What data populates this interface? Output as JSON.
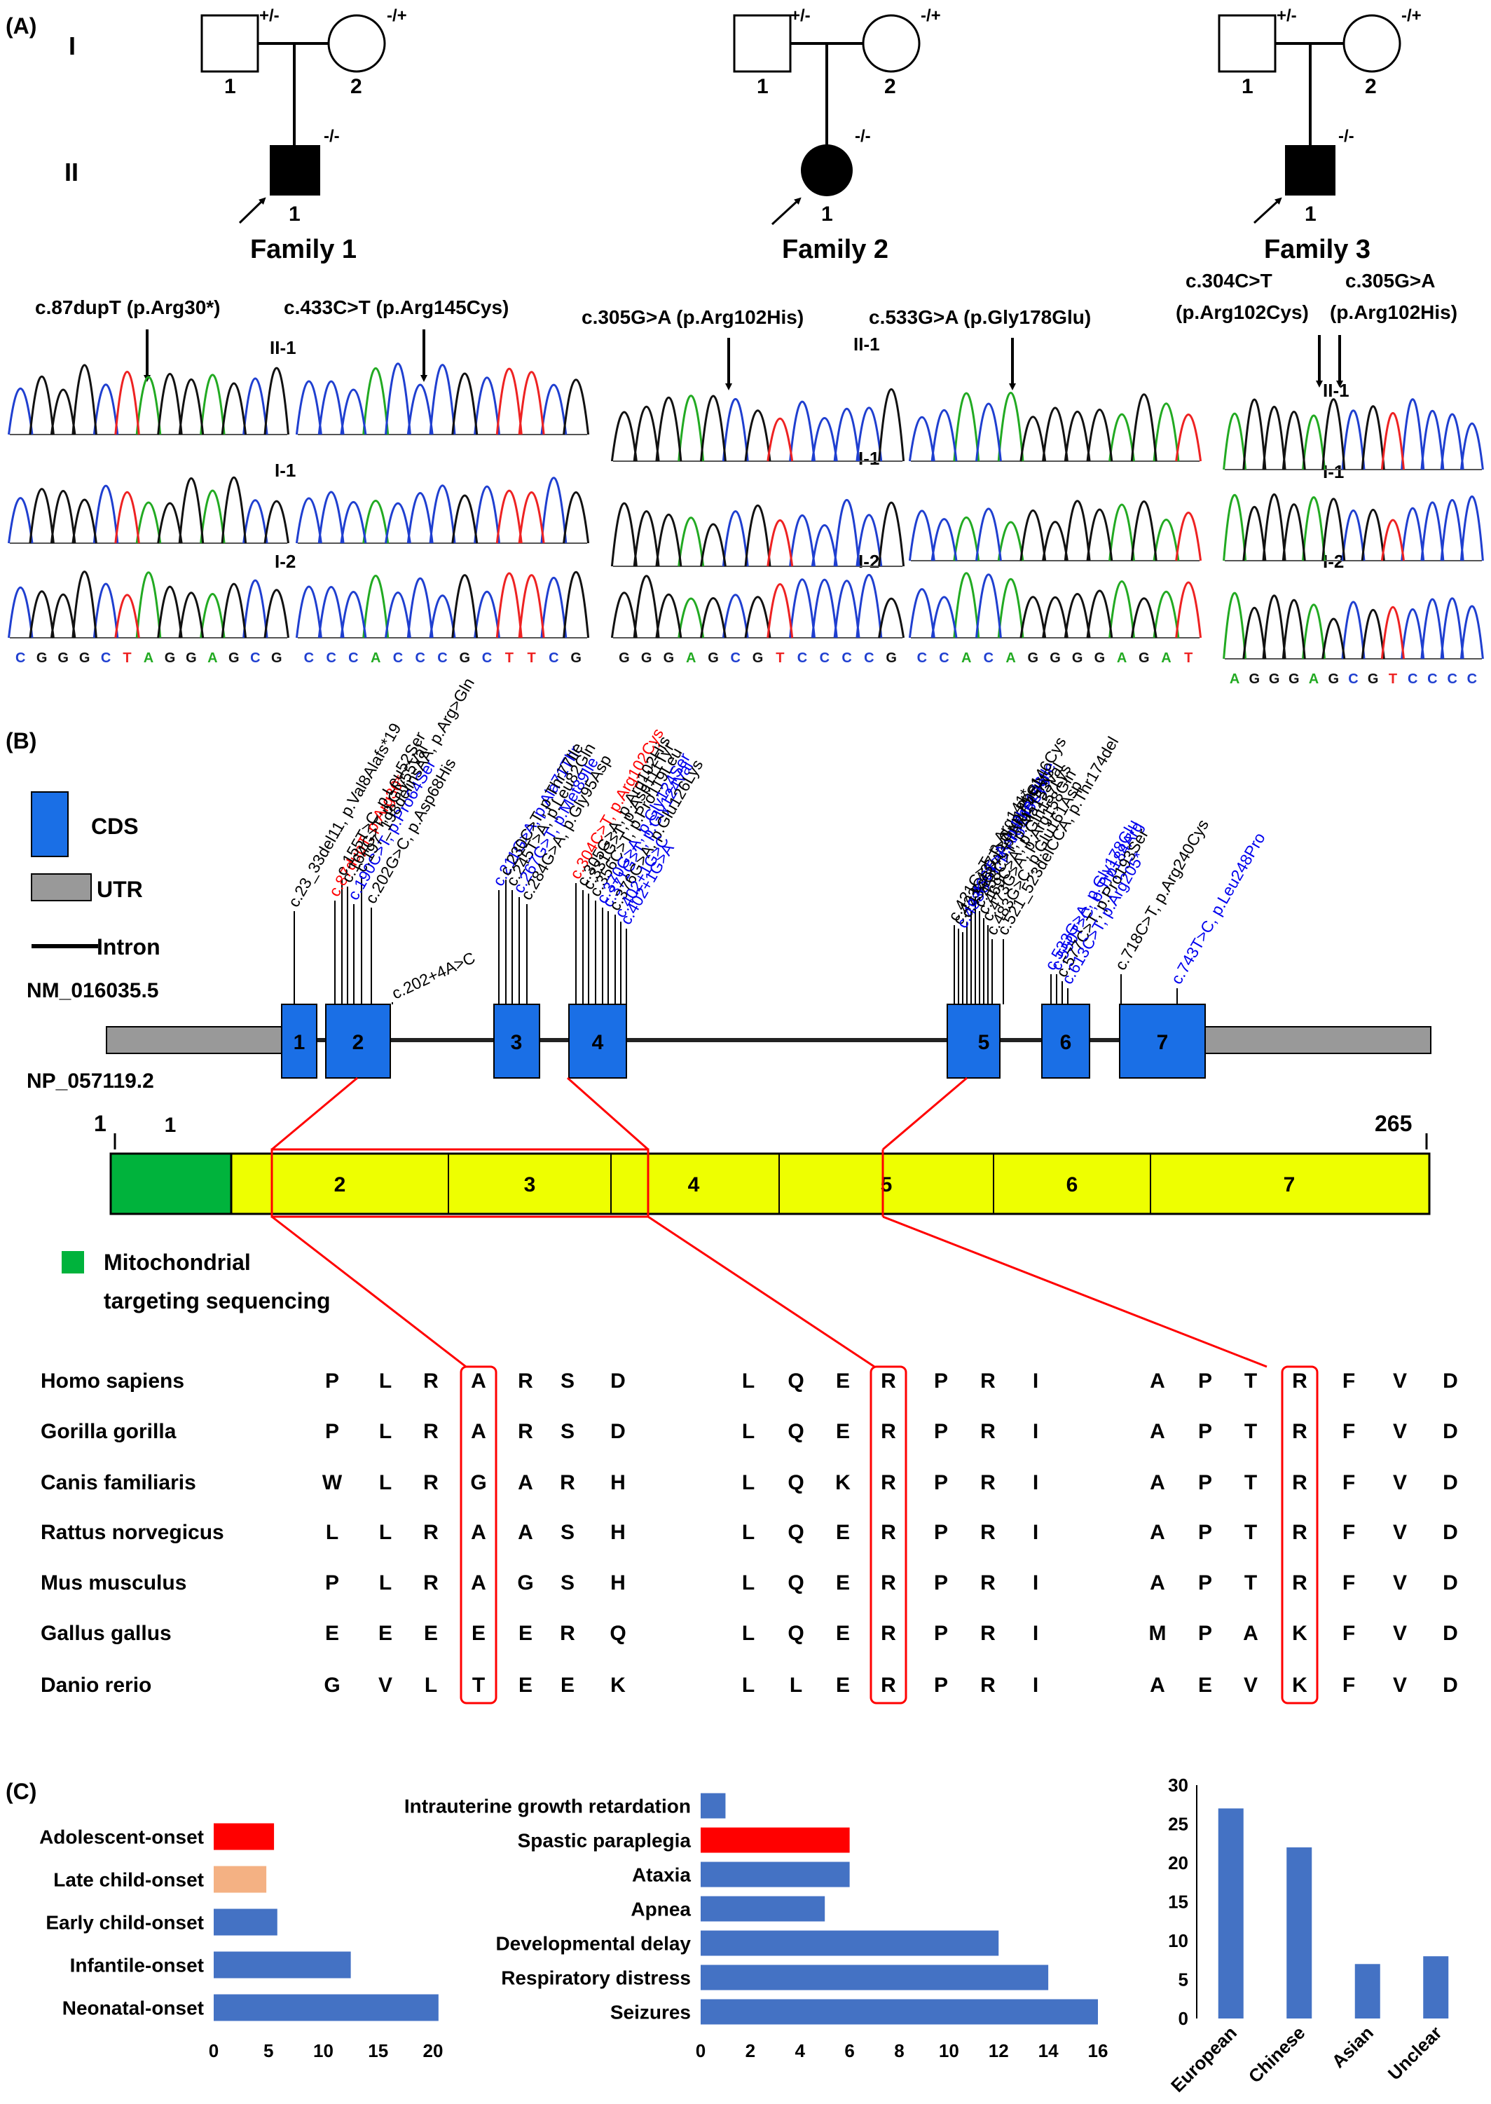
{
  "panel_labels": [
    "(A)",
    "(B)",
    "(C)"
  ],
  "colors": {
    "cds": "#1a6fe6",
    "utr": "#999999",
    "mito": "#00b33c",
    "protein": "#eeff00",
    "red": "#ff0000",
    "blue": "#4472c4",
    "peach": "#f4b183",
    "variant_blue": "#0000ee",
    "variant_red": "#ff0000",
    "trace_a": "#22aa22",
    "trace_c": "#1f3fd0",
    "trace_g": "#111111",
    "trace_t": "#ee2222"
  },
  "pedigree": {
    "generations": [
      "I",
      "II"
    ],
    "families": [
      {
        "title": "Family 1",
        "father_label": "1",
        "father_geno": "+/-",
        "mother_label": "2",
        "mother_geno": "-/+",
        "child_sex": "male",
        "child_label": "1",
        "child_geno": "-/-"
      },
      {
        "title": "Family 2",
        "father_label": "1",
        "father_geno": "+/-",
        "mother_label": "2",
        "mother_geno": "-/+",
        "child_sex": "female",
        "child_label": "1",
        "child_geno": "-/-"
      },
      {
        "title": "Family 3",
        "father_label": "1",
        "father_geno": "+/-",
        "mother_label": "2",
        "mother_geno": "-/+",
        "child_sex": "male",
        "child_label": "1",
        "child_geno": "-/-"
      }
    ]
  },
  "sequencing": {
    "mutation_labels": [
      "c.87dupT (p.Arg30*)",
      "c.433C>T (p.Arg145Cys)",
      "c.305G>A (p.Arg102His)",
      "c.533G>A (p.Gly178Glu)",
      "c.304C>T",
      "(p.Arg102Cys)",
      "c.305G>A",
      "(p.Arg102His)"
    ],
    "row_labels": [
      "II-1",
      "I-1",
      "I-2"
    ],
    "blocks": [
      {
        "seq": "CGGGCTAGGAGCG"
      },
      {
        "seq": "CCCACCCGCTTCG"
      },
      {
        "seq": "GGGAGCGTCCCCG"
      },
      {
        "seq": "CCACAGGGGAGAT"
      },
      {
        "seq": "AGGGAGCGTCCCC"
      }
    ]
  },
  "gene": {
    "transcript": "NM_016035.5",
    "protein": "NP_057119.2",
    "legend": {
      "cds": "CDS",
      "utr": "UTR",
      "intron": "Intron",
      "mito_line1": "Mitochondrial",
      "mito_line2": "targeting sequencing"
    },
    "exons": [
      "1",
      "2",
      "3",
      "4",
      "5",
      "6",
      "7"
    ],
    "protein_domains": [
      "1",
      "2",
      "3",
      "4",
      "5",
      "6",
      "7"
    ],
    "protein_start": "1",
    "protein_end": "265",
    "variants": [
      {
        "text": "c.23_33del11, p.Val8Alafs*19",
        "color": "black"
      },
      {
        "text": "c.87dupT, p.Arg30*",
        "color": "red"
      },
      {
        "text": "c.155T>C, p.Leu52Ser",
        "color": "black"
      },
      {
        "text": "c.164G>T, p.Gly55Val",
        "color": "black"
      },
      {
        "text": "c.190C>T, p.Pro64Ser",
        "color": "blue"
      },
      {
        "text": "c.197_198delinsAA, p.Arg>Gln",
        "color": "black"
      },
      {
        "text": "c.202G>C, p.Asp68His",
        "color": "black"
      },
      {
        "text": "c.202+4A>C",
        "color": "black"
      },
      {
        "text": "c.211G>A, p.Ala71Thr",
        "color": "blue"
      },
      {
        "text": "c.230C>T, p.Thr77Ile",
        "color": "black"
      },
      {
        "text": "c.245T>A, p.Leu82Gln",
        "color": "black"
      },
      {
        "text": "c.267G>T, p.Met89Ile",
        "color": "blue"
      },
      {
        "text": "c.284G>A, p.Gly95Asp",
        "color": "black"
      },
      {
        "text": "c.304C>T, p.Arg102Cys",
        "color": "red"
      },
      {
        "text": "c.305G>A, p.Arg102His",
        "color": "black"
      },
      {
        "text": "c.331G>T, p.Asp111Tyr",
        "color": "black"
      },
      {
        "text": "c.356C>T, p.Pro119Leu",
        "color": "black"
      },
      {
        "text": "c.370G>A, p.Gly124Ser",
        "color": "blue"
      },
      {
        "text": "c.371G>T, p.Gly124Val",
        "color": "blue"
      },
      {
        "text": "c.376G>A, p.Glu126Lys",
        "color": "black"
      },
      {
        "text": "c.402+1G>C",
        "color": "blue"
      },
      {
        "text": "c.402+1G>A",
        "color": "blue"
      },
      {
        "text": "c.421C>T, p.Arg141*",
        "color": "black"
      },
      {
        "text": "c.433C>G, p.Arg145Gly",
        "color": "black"
      },
      {
        "text": "c.433C>T, p.Arg145Cys",
        "color": "blue"
      },
      {
        "text": "c.434G>A, p.Arg145His",
        "color": "black"
      },
      {
        "text": "c.436T>A, p.Phe146Ile",
        "color": "blue"
      },
      {
        "text": "c.437T>G, p.Phe146Cys",
        "color": "black"
      },
      {
        "text": "c.458C>T, p.Ala153Val",
        "color": "black"
      },
      {
        "text": "c.469C>A, p.Gln157Lys",
        "color": "black"
      },
      {
        "text": "c.473G>A, p.Arg158Gln",
        "color": "black"
      },
      {
        "text": "c.483G>C, p.Glu161Asp",
        "color": "black"
      },
      {
        "text": "c.521_523delCCA, p.Thr174del",
        "color": "black"
      },
      {
        "text": "c.533G>A, p.Gly178Glu",
        "color": "blue"
      },
      {
        "text": "c.550T>C, p.Trp184Arg",
        "color": "blue"
      },
      {
        "text": "c.577C>T, p.Pro193Ser",
        "color": "black"
      },
      {
        "text": "c.613C>T, p.Arg205*",
        "color": "blue"
      },
      {
        "text": "c.718C>T, p.Arg240Cys",
        "color": "black"
      },
      {
        "text": "c.743T>C, p.Leu248Pro",
        "color": "blue"
      }
    ]
  },
  "alignment": {
    "species": [
      "Homo sapiens",
      "Gorilla gorilla",
      "Canis familiaris",
      "Rattus norvegicus",
      "Mus musculus",
      "Gallus gallus",
      "Danio rerio"
    ],
    "block1": [
      "PLRARSD",
      "PLRARSD",
      "WLRGARH",
      "LLRAASH",
      "PLRAGSH",
      "EEEEERQ",
      "GVLTEEK"
    ],
    "block2": [
      "LQERPRI",
      "LQERPRI",
      "LQKRPRI",
      "LQERPRI",
      "LQERPRI",
      "LQERPRI",
      "LLERPRI"
    ],
    "block3": [
      "APTRFVD",
      "APTRFVD",
      "APTRFVD",
      "APTRFVD",
      "APTRFVD",
      "MPAKFVD",
      "AEVKFVD"
    ]
  },
  "chart_data": [
    {
      "type": "bar",
      "orientation": "horizontal",
      "categories": [
        "Adolescent-onset",
        "Late child-onset",
        "Early child-onset",
        "Infantile-onset",
        "Neonatal-onset"
      ],
      "values": [
        5.5,
        4.8,
        5.8,
        12.5,
        20.5
      ],
      "bar_colors": [
        "#ff0000",
        "#f4b183",
        "#4472c4",
        "#4472c4",
        "#4472c4"
      ],
      "xlim": [
        0,
        20
      ],
      "xticks": [
        "0",
        "5",
        "10",
        "15",
        "20"
      ]
    },
    {
      "type": "bar",
      "orientation": "horizontal",
      "categories": [
        "Intrauterine growth retardation",
        "Spastic paraplegia",
        "Ataxia",
        "Apnea",
        "Developmental delay",
        "Respiratory distress",
        "Seizures"
      ],
      "values": [
        1,
        6,
        6,
        5,
        12,
        14,
        16
      ],
      "bar_colors": [
        "#4472c4",
        "#ff0000",
        "#4472c4",
        "#4472c4",
        "#4472c4",
        "#4472c4",
        "#4472c4"
      ],
      "xlim": [
        0,
        16
      ],
      "xticks": [
        "0",
        "2",
        "4",
        "6",
        "8",
        "10",
        "12",
        "14",
        "16"
      ]
    },
    {
      "type": "bar",
      "orientation": "vertical",
      "categories": [
        "European",
        "Chinese",
        "Asian",
        "Unclear"
      ],
      "values": [
        27,
        22,
        7,
        8
      ],
      "bar_colors": [
        "#4472c4",
        "#4472c4",
        "#4472c4",
        "#4472c4"
      ],
      "ylim": [
        0,
        30
      ],
      "yticks": [
        "0",
        "5",
        "10",
        "15",
        "20",
        "25",
        "30"
      ]
    }
  ]
}
